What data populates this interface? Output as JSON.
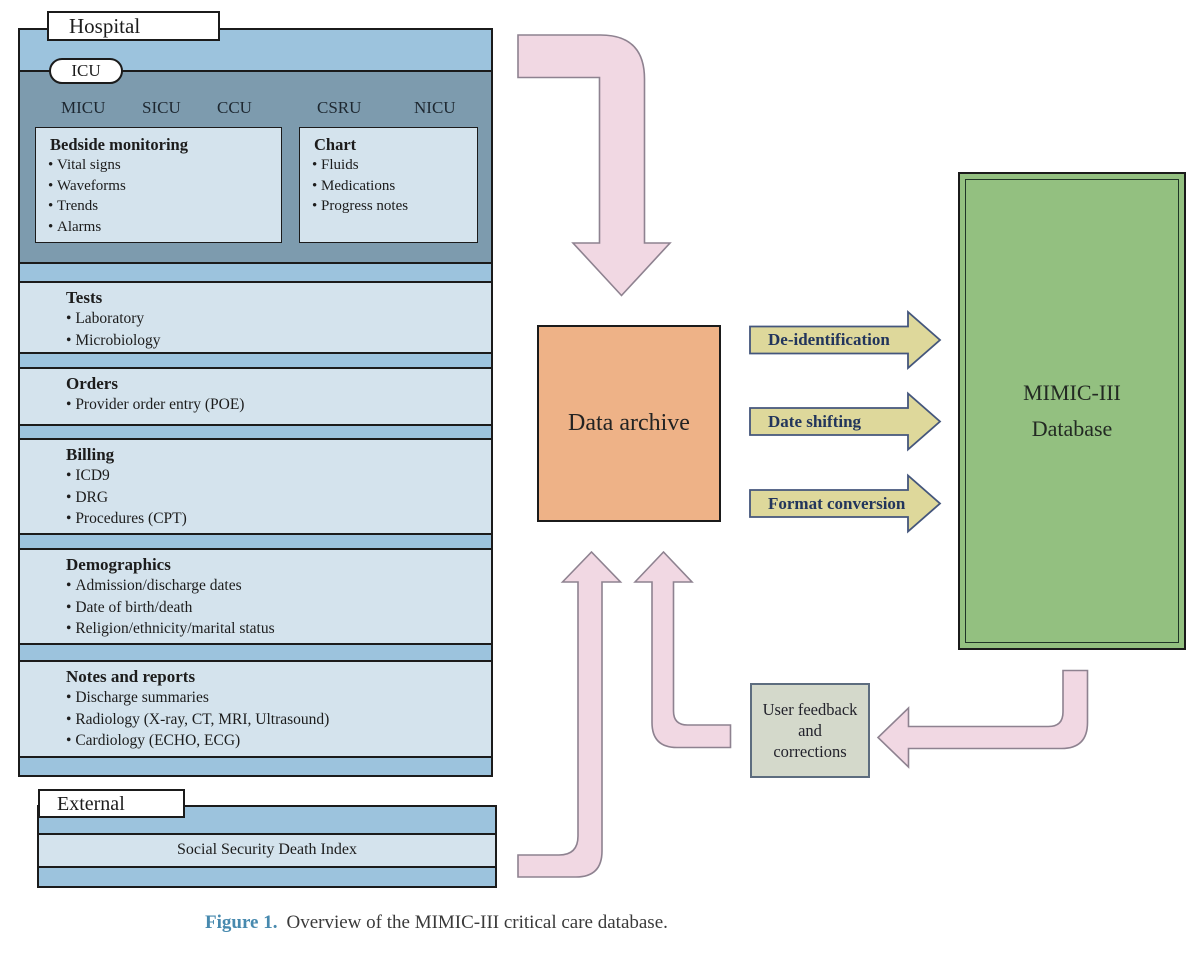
{
  "hospital": {
    "label": "Hospital",
    "icu": {
      "label": "ICU",
      "units": [
        "MICU",
        "SICU",
        "CCU",
        "CSRU",
        "NICU"
      ],
      "boxes": [
        {
          "title": "Bedside monitoring",
          "items": [
            "Vital signs",
            "Waveforms",
            "Trends",
            "Alarms"
          ]
        },
        {
          "title": "Chart",
          "items": [
            "Fluids",
            "Medications",
            "Progress notes"
          ]
        }
      ]
    },
    "sections": [
      {
        "title": "Tests",
        "items": [
          "Laboratory",
          "Microbiology"
        ]
      },
      {
        "title": "Orders",
        "items": [
          "Provider order entry (POE)"
        ]
      },
      {
        "title": "Billing",
        "items": [
          "ICD9",
          "DRG",
          "Procedures (CPT)"
        ]
      },
      {
        "title": "Demographics",
        "items": [
          "Admission/discharge dates",
          "Date of birth/death",
          "Religion/ethnicity/marital status"
        ]
      },
      {
        "title": "Notes and reports",
        "items": [
          "Discharge summaries",
          "Radiology (X-ray, CT, MRI, Ultrasound)",
          "Cardiology (ECHO, ECG)"
        ]
      }
    ]
  },
  "external": {
    "label": "External",
    "item": "Social Security Death Index"
  },
  "data_archive": {
    "label": "Data archive"
  },
  "process_arrows": [
    {
      "label": "De-identification"
    },
    {
      "label": "Date shifting"
    },
    {
      "label": "Format conversion"
    }
  ],
  "database": {
    "line1": "MIMIC-III",
    "line2": "Database"
  },
  "feedback": {
    "lines": [
      "User feedback",
      "and",
      "corrections"
    ]
  },
  "caption": {
    "prefix": "Figure 1.",
    "text": "Overview of the MIMIC-III critical care database."
  },
  "colors": {
    "medium_blue": "#9cc3dd",
    "slate_blue": "#7d9bae",
    "light_blue": "#d4e3ed",
    "outline_black": "#1b1b1b",
    "archive_orange": "#eeb287",
    "process_khaki": "#ded89b",
    "process_outline": "#44567c",
    "process_text": "#22355c",
    "database_green": "#93c080",
    "flow_pink": "#f1d8e3",
    "flow_pink_outline": "#8e8290",
    "feedback_gray": "#d4d9cb",
    "feedback_border": "#5d6d7f",
    "caption_blue": "#4789ae"
  }
}
